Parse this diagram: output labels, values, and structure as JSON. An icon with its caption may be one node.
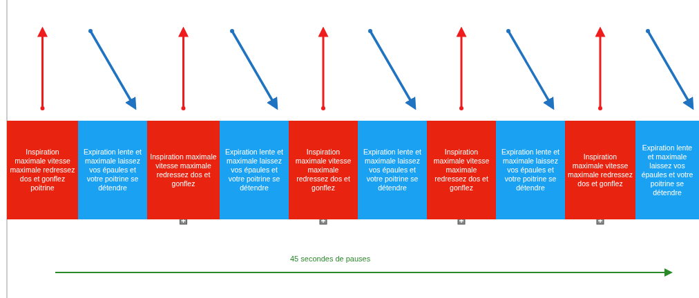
{
  "diagram": {
    "nodes": [
      {
        "text": [
          "Inspiration maximale vitesse maximale redressez dos et gonflez poitrine"
        ]
      },
      {
        "text": [
          "Expiration lente et maximale laissez vos épaules et votre poitrine se détendre"
        ]
      },
      {
        "text": [
          "Inspiration maximale vitesse maximale redressez dos et gonflez"
        ]
      },
      {
        "text": [
          "Expiration lente et maximale laissez vos épaules et votre poitrine se détendre"
        ]
      },
      {
        "text": [
          "Inspiration maximale vitesse maximale redressez dos et gonflez"
        ]
      },
      {
        "text": [
          "Expiration lente et maximale laissez vos épaules et votre poitrine se détendre"
        ]
      },
      {
        "text": [
          "Inspiration maximale vitesse maximale redressez dos et gonflez"
        ]
      },
      {
        "text": [
          "Expiration lente et maximale laissez vos épaules et votre poitrine se détendre"
        ]
      },
      {
        "text": [
          "Inspiration maximale vitesse maximale redressez dos et gonflez"
        ]
      },
      {
        "text": [
          "Expiration lente et maximale laissez vos épaules et votre poitrine se détendre"
        ]
      }
    ],
    "labels": [
      "45 secondes de pauses"
    ]
  }
}
